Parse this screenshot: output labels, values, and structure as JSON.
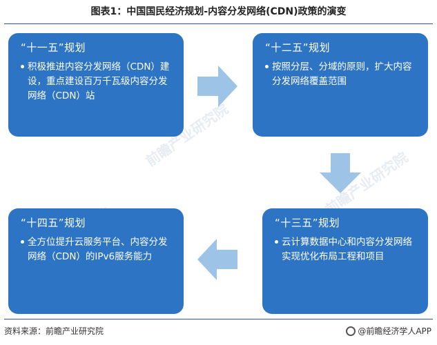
{
  "title": "图表1：中国国民经济规划-内容分发网络(CDN)政策的演变",
  "cards": [
    {
      "id": "card-11",
      "heading": "“十一五”规划",
      "bullets": [
        "积极推进内容分发网络（CDN）建设，重点建设百万千瓦级内容分发网络（CDN）站"
      ]
    },
    {
      "id": "card-12",
      "heading": "“十二五”规划",
      "bullets": [
        "按照分层、分域的原则，扩大内容分发网络覆盖范围"
      ]
    },
    {
      "id": "card-13",
      "heading": "“十三五”规划",
      "bullets": [
        "云计算数据中心和内容分发网络实现优化布局工程和项目"
      ]
    },
    {
      "id": "card-14",
      "heading": "“十四五”规划",
      "bullets": [
        "全方位提升云服务平台、内容分发网络（CDN）的IPv6服务能力"
      ]
    }
  ],
  "watermark": "前瞻产业研究院",
  "footer": {
    "source": "资料来源：前瞻产业研究院",
    "brand": "@前瞻经济学人APP"
  },
  "colors": {
    "card": "#2e74c4",
    "arrow": "#9dc3e6",
    "rule": "#2f5597"
  }
}
